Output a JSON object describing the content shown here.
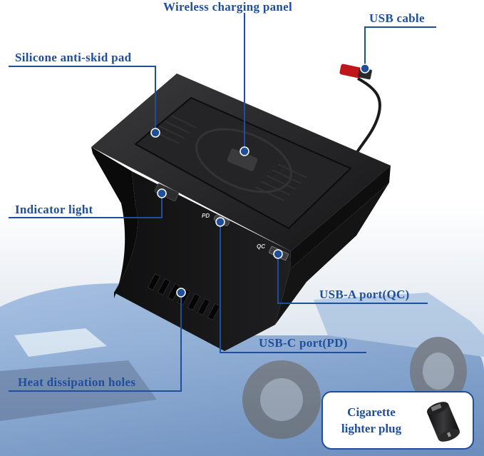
{
  "labels": {
    "wireless_charging_panel": "Wireless charging panel",
    "usb_cable": "USB cable",
    "silicone_anti_skid_pad": "Silicone anti-skid pad",
    "indicator_light": "Indicator light",
    "usb_a_port": "USB-A port(QC)",
    "usb_c_port": "USB-C port(PD)",
    "heat_dissipation_holes": "Heat dissipation holes",
    "cigarette_lighter_plug": [
      "Cigarette",
      "lighter plug"
    ]
  },
  "device_markings": {
    "pd": "PD",
    "qc": "QC"
  },
  "colors": {
    "label": "#1f4e9a",
    "device_body": "#1b1b1d",
    "cable_tip": "#c0161b",
    "background_car": "#3a6fb5"
  }
}
